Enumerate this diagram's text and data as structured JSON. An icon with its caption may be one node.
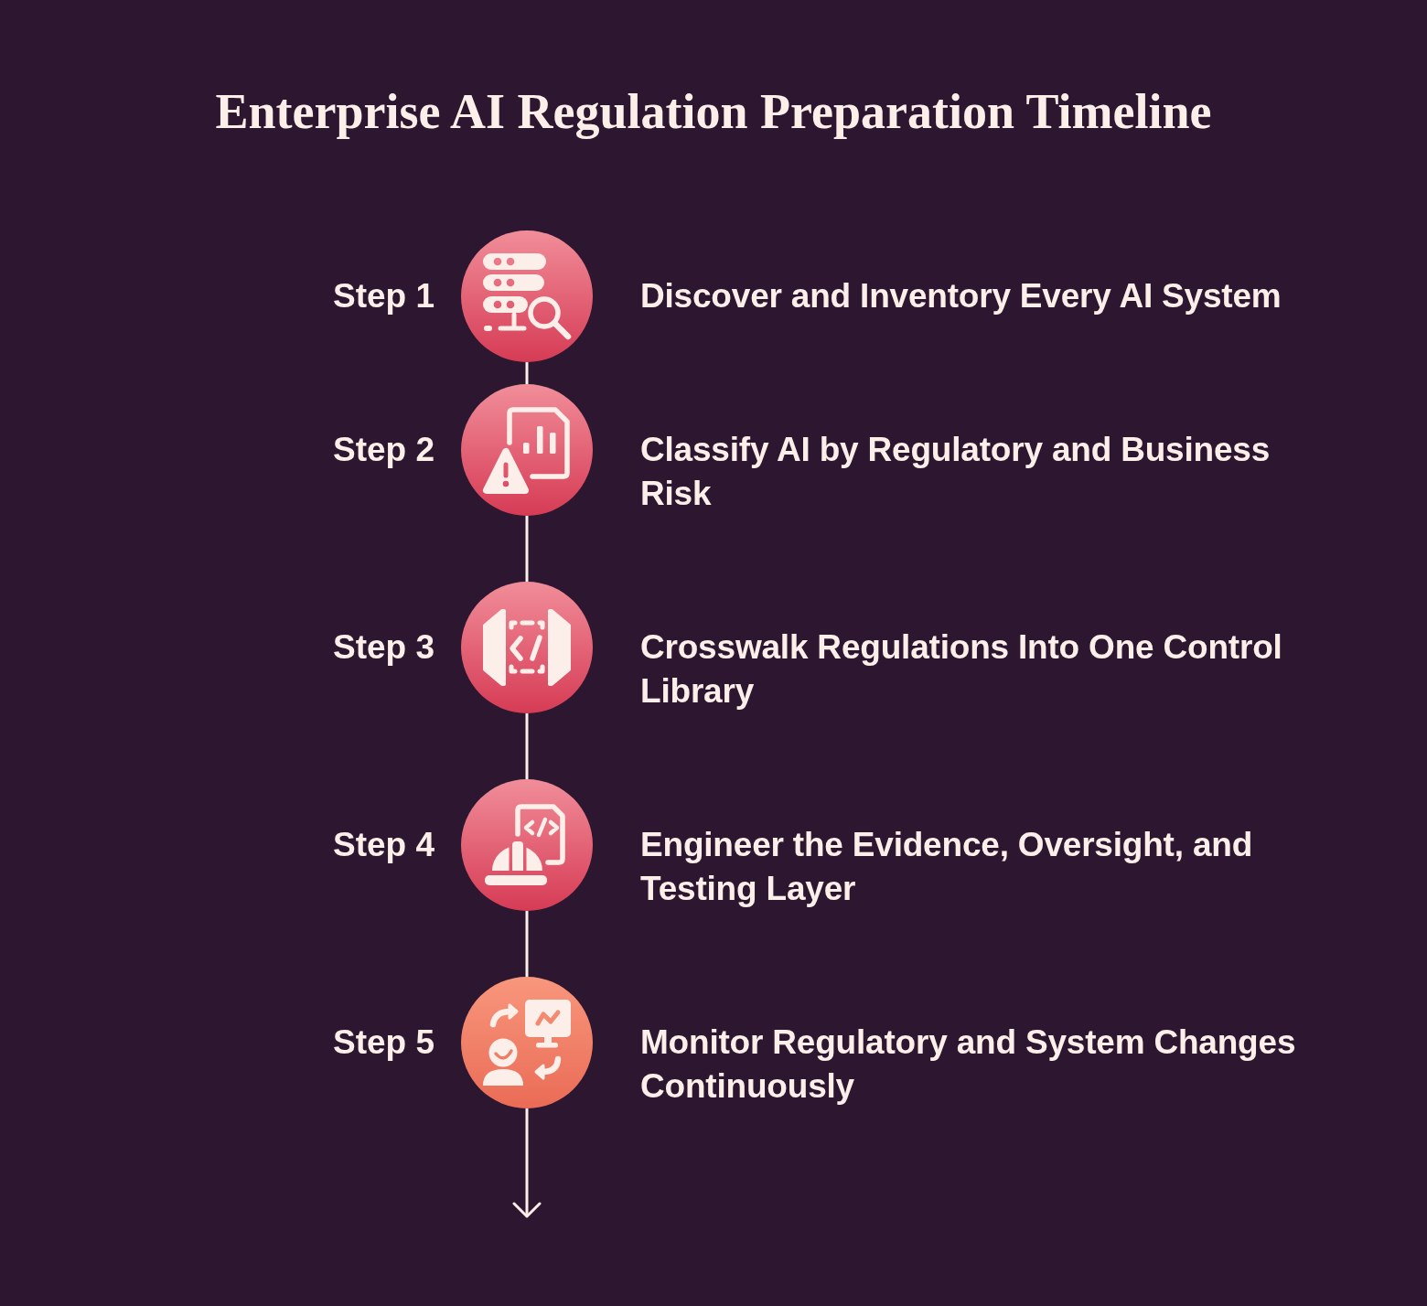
{
  "diagram": {
    "title": "Enterprise AI Regulation Preparation Timeline",
    "nodes": [
      {
        "text": [],
        "shape": "circle",
        "beside": [
          "Step 1",
          "Discover and Inventory Every AI System"
        ]
      },
      {
        "text": [],
        "shape": "circle",
        "beside": [
          "Step 2",
          "Classify AI by Regulatory and Business Risk"
        ]
      },
      {
        "text": [],
        "shape": "circle",
        "beside": [
          "Step 3",
          "Crosswalk Regulations Into One Control Library"
        ]
      },
      {
        "text": [],
        "shape": "circle",
        "beside": [
          "Step 4",
          "Engineer the Evidence, Oversight, and Testing Layer"
        ]
      },
      {
        "text": [],
        "shape": "circle",
        "beside": [
          "Step 5",
          "Monitor Regulatory and System Changes Continuously"
        ]
      }
    ],
    "edges": [
      {
        "from": 0,
        "to": 1,
        "arrow": "none"
      },
      {
        "from": 1,
        "to": 2,
        "arrow": "none"
      },
      {
        "from": 2,
        "to": 3,
        "arrow": "none"
      },
      {
        "from": 3,
        "to": 4,
        "arrow": "none"
      },
      {
        "from": 4,
        "to": null,
        "arrow": "to"
      }
    ]
  }
}
